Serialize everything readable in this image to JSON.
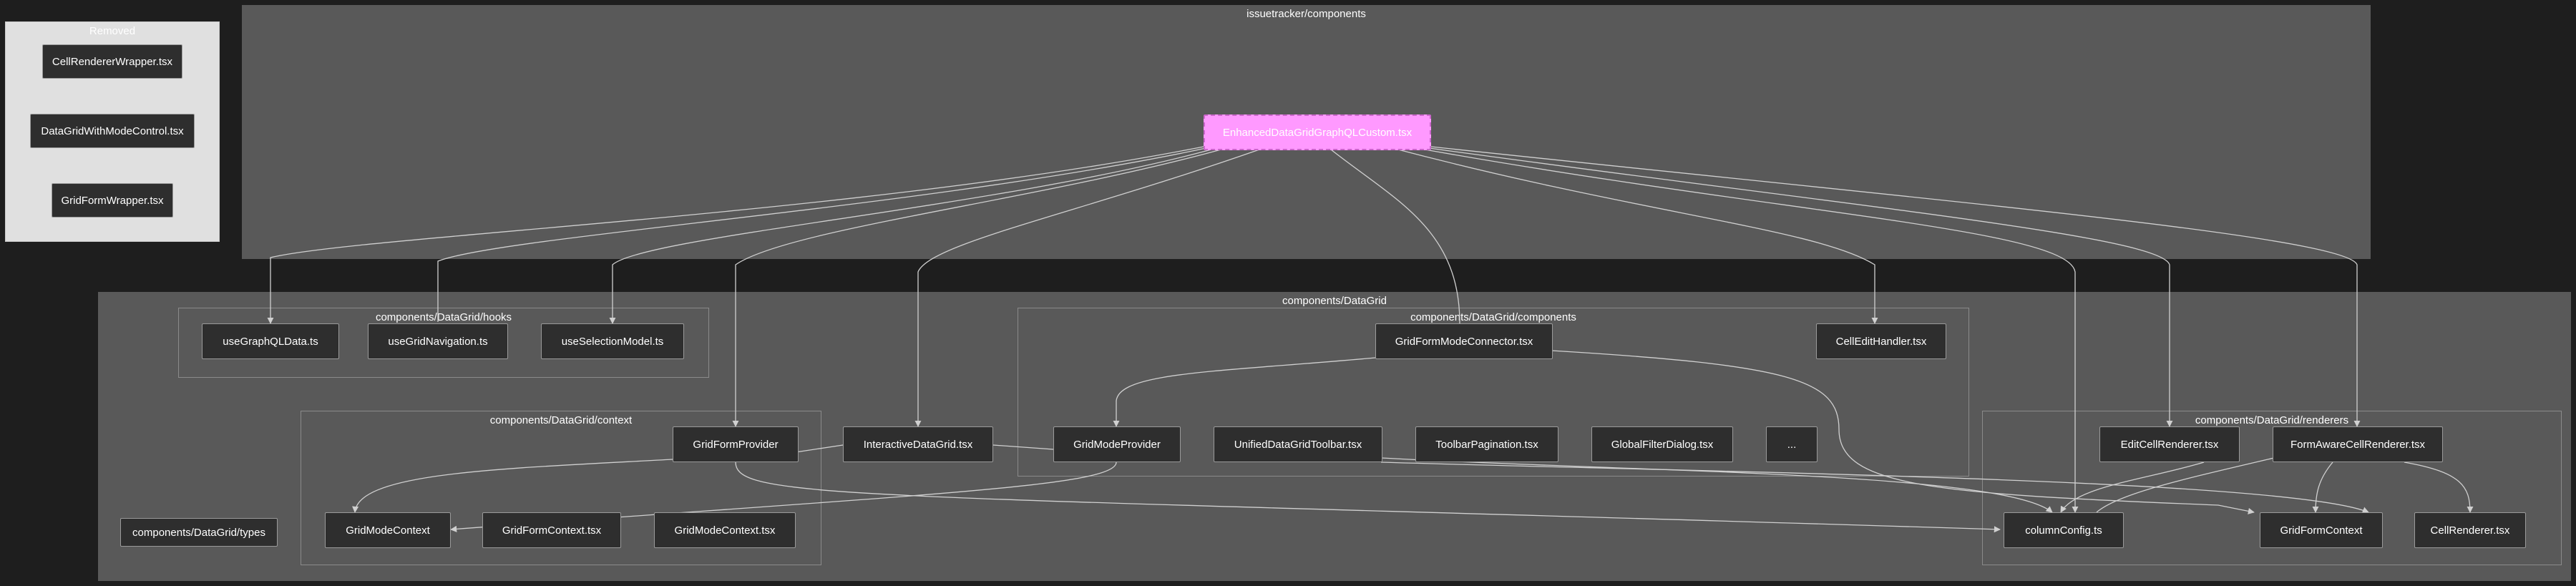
{
  "clusters": {
    "removed": "Removed",
    "issuetracker": "issuetracker/components",
    "datagrid": "components/DataGrid",
    "hooks": "components/DataGrid/hooks",
    "components": "components/DataGrid/components",
    "context": "components/DataGrid/context",
    "renderers": "components/DataGrid/renderers"
  },
  "nodes": {
    "cell_renderer_wrapper": "CellRendererWrapper.tsx",
    "datagrid_with_mode_control": "DataGridWithModeControl.tsx",
    "grid_form_wrapper": "GridFormWrapper.tsx",
    "enhanced": "EnhancedDataGridGraphQLCustom.tsx",
    "use_graphql_data": "useGraphQLData.ts",
    "use_grid_navigation": "useGridNavigation.ts",
    "use_selection_model": "useSelectionModel.ts",
    "grid_form_mode_connector": "GridFormModeConnector.tsx",
    "cell_edit_handler": "CellEditHandler.tsx",
    "grid_form_provider": "GridFormProvider",
    "interactive_data_grid": "InteractiveDataGrid.tsx",
    "grid_mode_provider": "GridModeProvider",
    "unified_toolbar": "UnifiedDataGridToolbar.tsx",
    "toolbar_pagination": "ToolbarPagination.tsx",
    "global_filter_dialog": "GlobalFilterDialog.tsx",
    "ellipsis": "...",
    "edit_cell_renderer": "EditCellRenderer.tsx",
    "form_aware_cell_renderer": "FormAwareCellRenderer.tsx",
    "types": "components/DataGrid/types",
    "grid_mode_context": "GridModeContext",
    "grid_form_context_tsx": "GridFormContext.tsx",
    "grid_mode_context_tsx": "GridModeContext.tsx",
    "column_config": "columnConfig.ts",
    "grid_form_context": "GridFormContext",
    "cell_renderer": "CellRenderer.tsx"
  },
  "colors": {
    "background": "#1e1e1e",
    "cluster_fill": "#595959",
    "removed_fill": "#e0e0e0",
    "node_fill": "#2e2e2e",
    "highlight_node": "#ff99ff",
    "edge": "#d0d0d0"
  }
}
